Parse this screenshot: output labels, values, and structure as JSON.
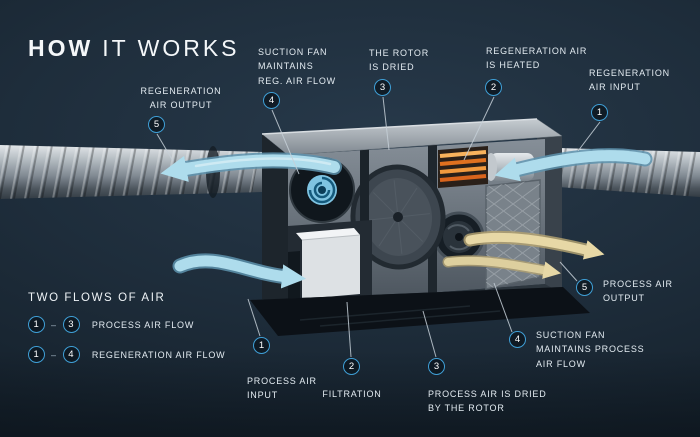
{
  "title": {
    "bold": "HOW",
    "rest": "IT WORKS"
  },
  "legend": {
    "heading": "TWO FLOWS OF AIR",
    "rows": [
      {
        "from": "1",
        "sep": "–",
        "to": "3",
        "label": "PROCESS AIR FLOW"
      },
      {
        "from": "1",
        "sep": "–",
        "to": "4",
        "label": "REGENERATION AIR FLOW"
      }
    ]
  },
  "callouts": {
    "regen_output": {
      "num": "5",
      "label": "REGENERATION\nAIR OUTPUT"
    },
    "suction_reg": {
      "num": "4",
      "label": "SUCTION FAN\nMAINTAINS\nREG. AIR FLOW"
    },
    "rotor_dried": {
      "num": "3",
      "label": "THE ROTOR\nIS DRIED"
    },
    "regen_heated": {
      "num": "2",
      "label": "REGENERATION AIR\nIS HEATED"
    },
    "regen_input": {
      "num": "1",
      "label": "REGENERATION\nAIR INPUT"
    },
    "process_input": {
      "num": "1",
      "label": "PROCESS AIR\nINPUT"
    },
    "filtration": {
      "num": "2",
      "label": "FILTRATION"
    },
    "process_dried": {
      "num": "3",
      "label": "PROCESS AIR IS DRIED\nBY THE ROTOR"
    },
    "suction_process": {
      "num": "4",
      "label": "SUCTION FAN\nMAINTAINS PROCESS\nAIR FLOW"
    },
    "process_output": {
      "num": "5",
      "label": "PROCESS AIR\nOUTPUT"
    }
  },
  "colors": {
    "background": "#1e2d3b",
    "badge_ring": "#3f9fd6",
    "flow_blue": "#aedcec",
    "flow_tan": "#e7d8a6",
    "heater_orange": "#ef8a2e",
    "text": "#e3ebf1"
  }
}
